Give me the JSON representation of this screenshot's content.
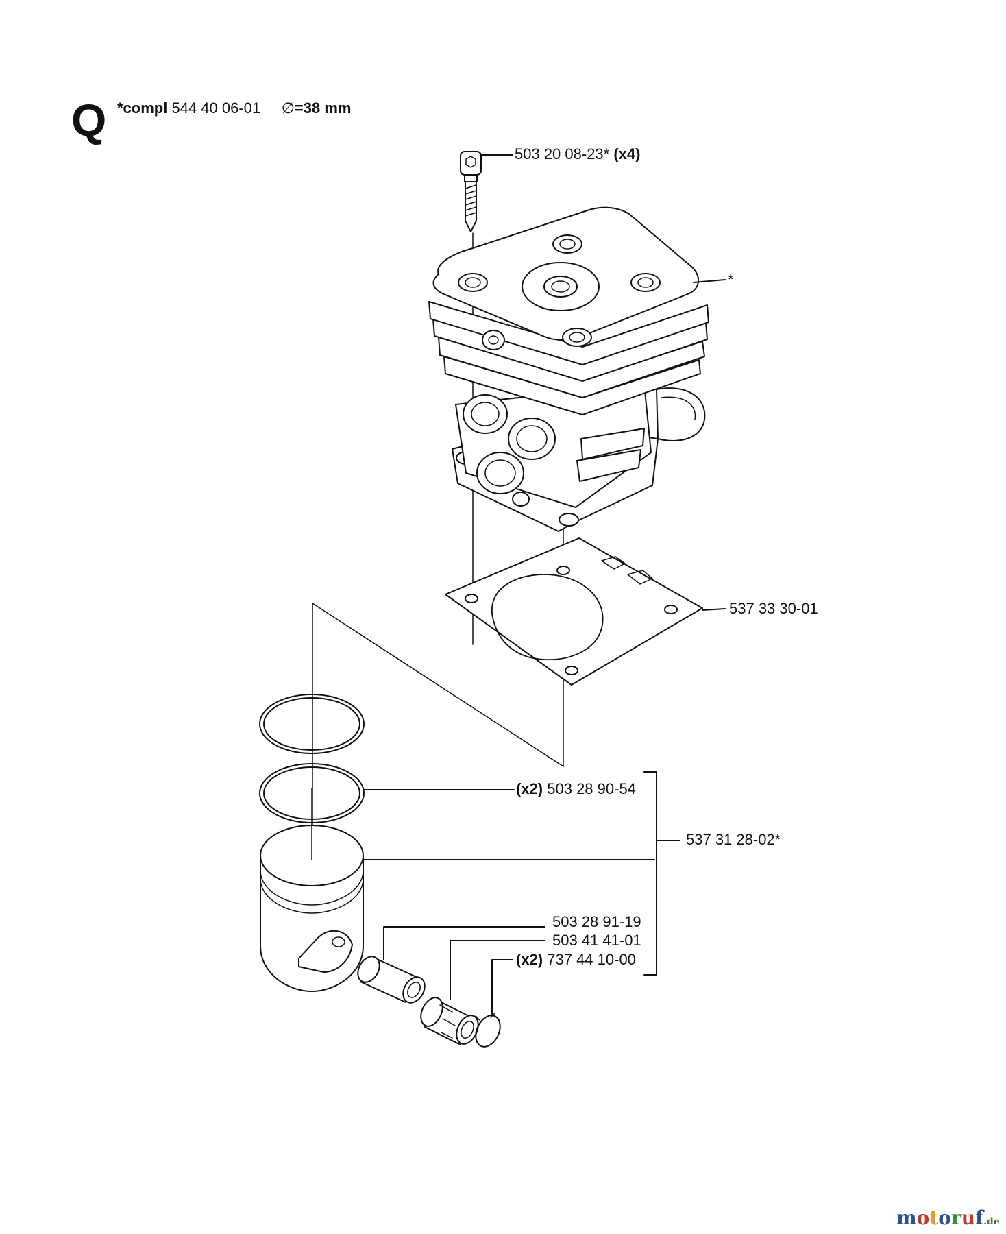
{
  "section": "Q",
  "header": {
    "prefix": "*compl",
    "part": "544 40 06-01",
    "diameter_symbol": "∅",
    "diameter": "=38 mm"
  },
  "callouts": {
    "screw": {
      "part": "503 20 08-23*",
      "qty": "(x4)"
    },
    "cylinder": {
      "part": "*"
    },
    "gasket": {
      "part": "537 33 30-01"
    },
    "rings": {
      "qty": "(x2)",
      "part": "503 28 90-54"
    },
    "piston_kit": {
      "part": "537 31 28-02*"
    },
    "pin": {
      "part": "503 28 91-19"
    },
    "bearing": {
      "part": "503 41 41-01"
    },
    "circlip": {
      "qty": "(x2)",
      "part": "737 44 10-00"
    }
  },
  "logo": {
    "letters": [
      "m",
      "o",
      "t",
      "o",
      "r",
      "u",
      "f"
    ],
    "colors": [
      "#2a4f8f",
      "#c0392b",
      "#e0a020",
      "#2a4f8f",
      "#3a8a3a",
      "#c0392b",
      "#2a4f8f"
    ],
    "suffix": ".de"
  }
}
